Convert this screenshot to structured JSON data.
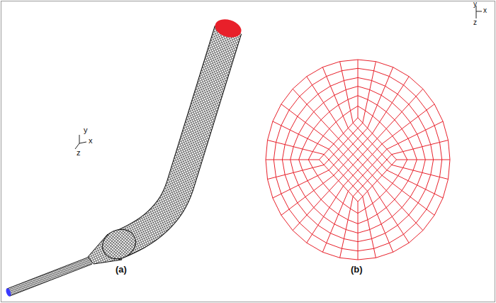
{
  "diagram": {
    "labels": [
      "y",
      "x",
      "z",
      "(a)",
      "y",
      "x",
      "z",
      "(b)"
    ]
  }
}
